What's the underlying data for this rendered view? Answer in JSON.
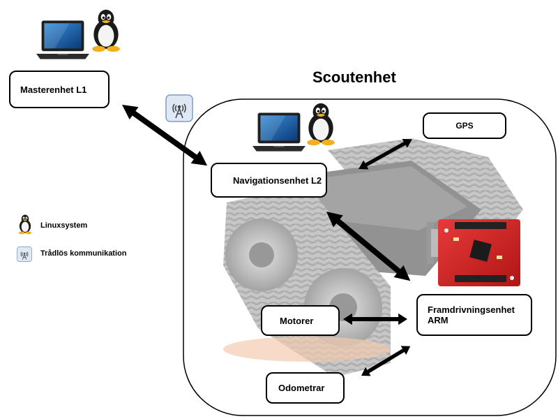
{
  "scout_title": "Scoutenhet",
  "nodes": {
    "master": "Masterenhet L1",
    "navigation": "Navigationsenhet L2",
    "gps": "GPS",
    "propulsion_line1": "Framdrivningsenhet",
    "propulsion_line2": "ARM",
    "motors": "Motorer",
    "odometers": "Odometrar"
  },
  "legend": {
    "linux": "Linuxsystem",
    "wireless": "Trådlös kommunikation"
  },
  "icons": {
    "linux": "penguin-icon",
    "wireless": "wireless-antenna-icon",
    "laptop": "laptop-icon"
  }
}
